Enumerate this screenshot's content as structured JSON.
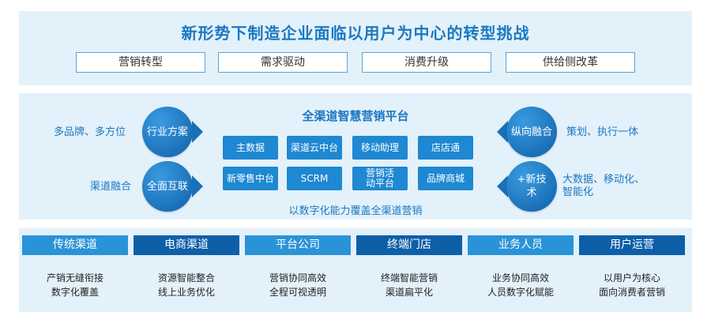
{
  "top": {
    "title": "新形势下制造企业面临以用户为中心的转型挑战",
    "challenges": [
      "营销转型",
      "需求驱动",
      "消费升级",
      "供给侧改革"
    ]
  },
  "platform": {
    "title": "全渠道智慧营销平台",
    "modules": [
      "主数据",
      "渠道云中台",
      "移动助理",
      "店店通",
      "新零售中台",
      "SCRM",
      "营销活动平台",
      "品牌商城"
    ],
    "caption": "以数字化能力覆盖全渠道营销"
  },
  "left": [
    {
      "circle": "行业方案",
      "text": "多品牌、多方位"
    },
    {
      "circle": "全面互联",
      "text": "渠道融合"
    }
  ],
  "right": [
    {
      "circle": "纵向融合",
      "text": "策划、执行一体"
    },
    {
      "circle": "+新技术",
      "text": "大数据、移动化、智能化"
    }
  ],
  "channels": [
    {
      "label": "传统渠道",
      "lines": [
        "产销无缝衔接",
        "数字化覆盖"
      ]
    },
    {
      "label": "电商渠道",
      "lines": [
        "资源智能整合",
        "线上业务优化"
      ]
    },
    {
      "label": "平台公司",
      "lines": [
        "营销协同高效",
        "全程可视透明"
      ]
    },
    {
      "label": "终端门店",
      "lines": [
        "终端智能营销",
        "渠道扁平化"
      ]
    },
    {
      "label": "业务人员",
      "lines": [
        "业务协同高效",
        "人员数字化赋能"
      ]
    },
    {
      "label": "用户运营",
      "lines": [
        "以用户为核心",
        "面向消费者营销"
      ]
    }
  ],
  "colors": {
    "primary": "#1a78c2",
    "dark": "#0d5fa8",
    "panel": "#e3f1fa"
  }
}
